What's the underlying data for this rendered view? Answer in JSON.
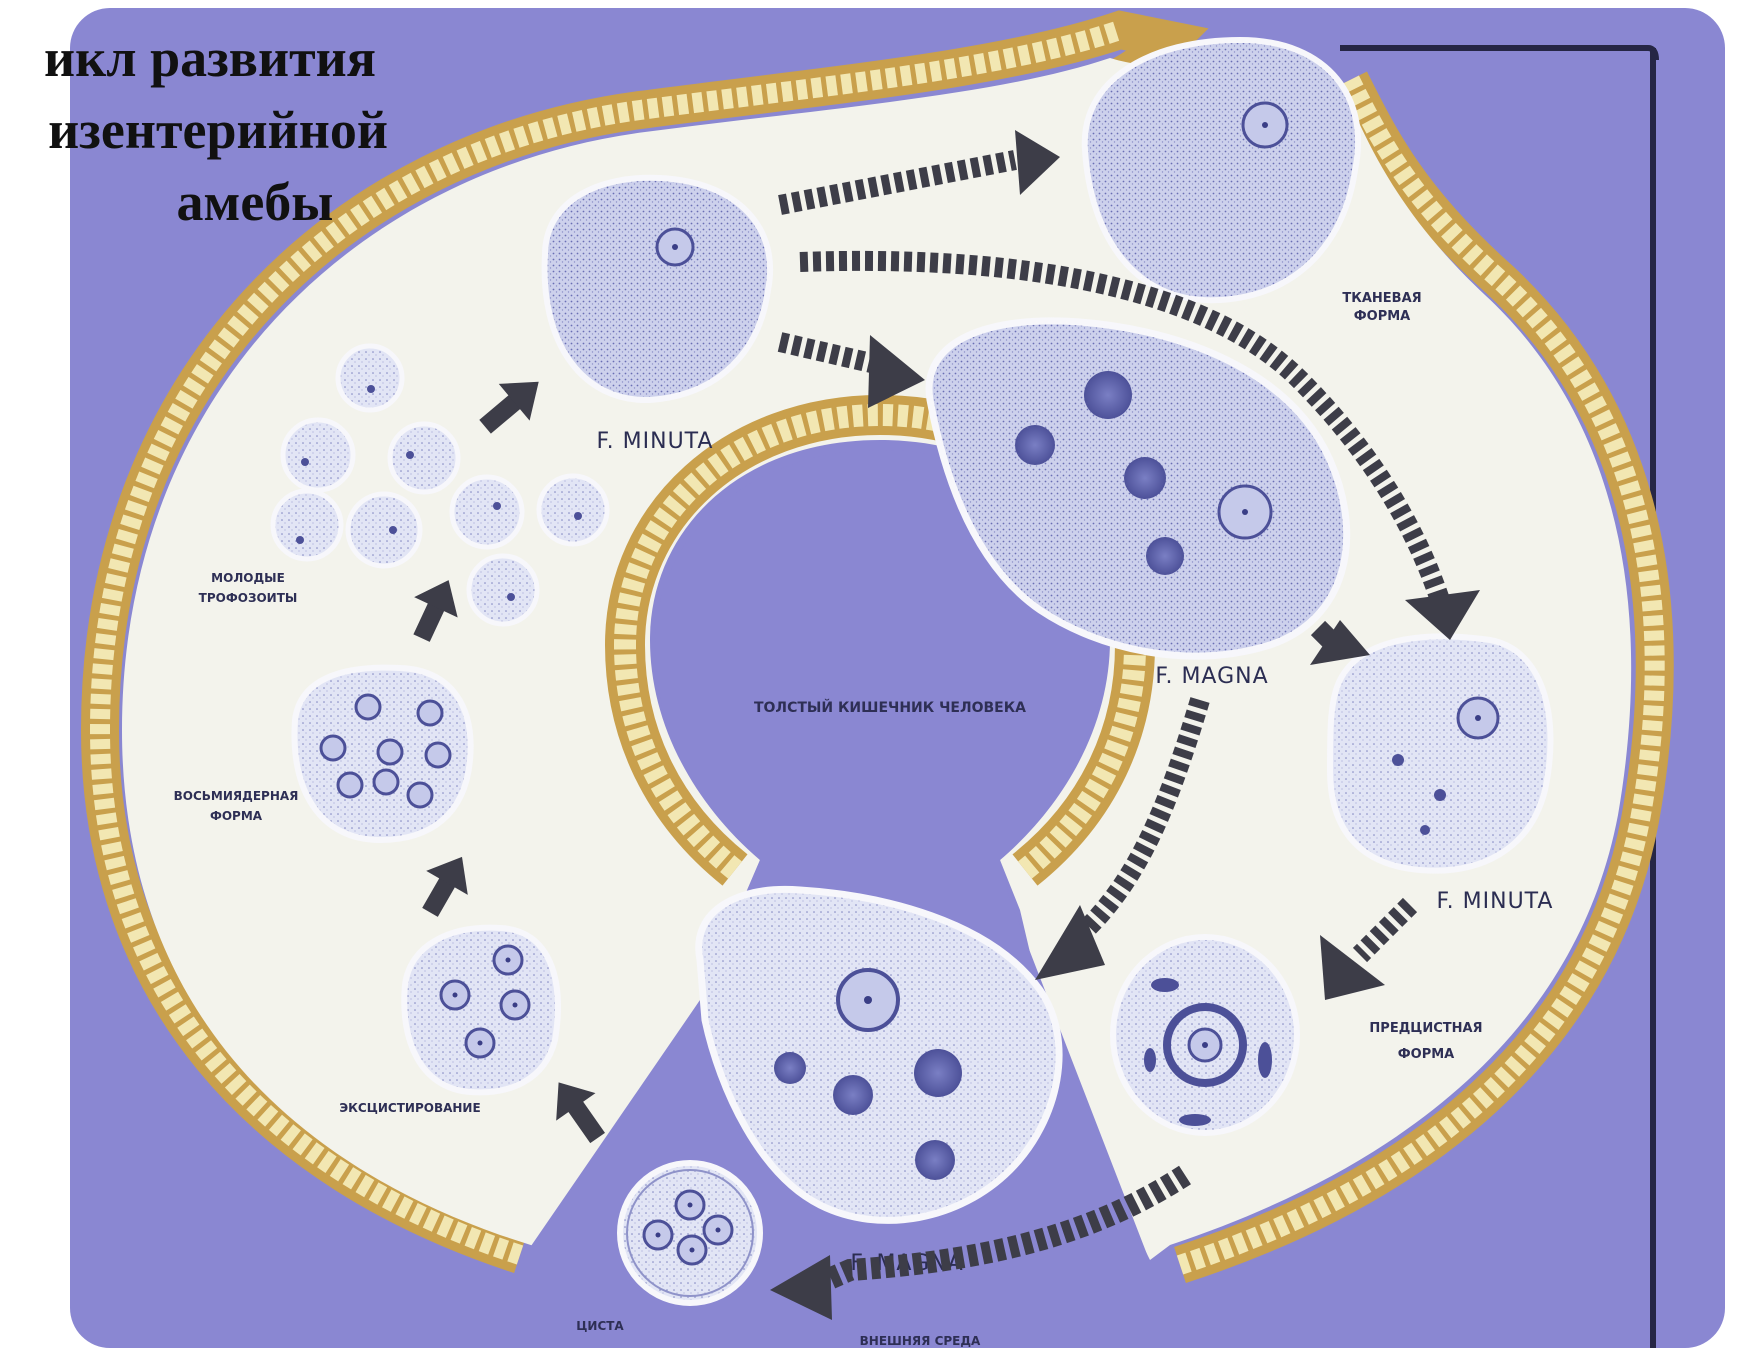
{
  "title": {
    "line1": "икл развития",
    "line2": "изентерийной",
    "line3": "амебы"
  },
  "labels": {
    "minuta_top": "F. MINUTA",
    "tissue_form": "ТКАНЕВАЯ ФОРМА",
    "magna_center": "F. MAGNA",
    "minuta_right": "F. MINUTA",
    "precyst": "ПРЕДЦИСТНАЯ ФОРМА",
    "magna_bottom": "F. MAGNA",
    "external_env": "ВНЕШНЯЯ СРЕДА",
    "cyst": "ЦИСТА",
    "excystation": "ЭКСЦИСТИРОВАНИЕ",
    "eight_nuclear": "ВОСЬМИЯДЕРНАЯ ФОРМА",
    "young_trophozoites": "МОЛОДЫЕ ТРОФОЗОИТЫ",
    "intestine": "ТОЛСТЫЙ КИШЕЧНИК ЧЕЛОВЕКА"
  },
  "colors": {
    "background": "#8a87d2",
    "inner_field": "#f3f3ec",
    "wall": "#c9a04c",
    "wall_cell": "#f2e7b2",
    "arrow": "#3d3d48",
    "cell_fill": "#c9cde9",
    "nucleus": "#5a5ea8"
  }
}
